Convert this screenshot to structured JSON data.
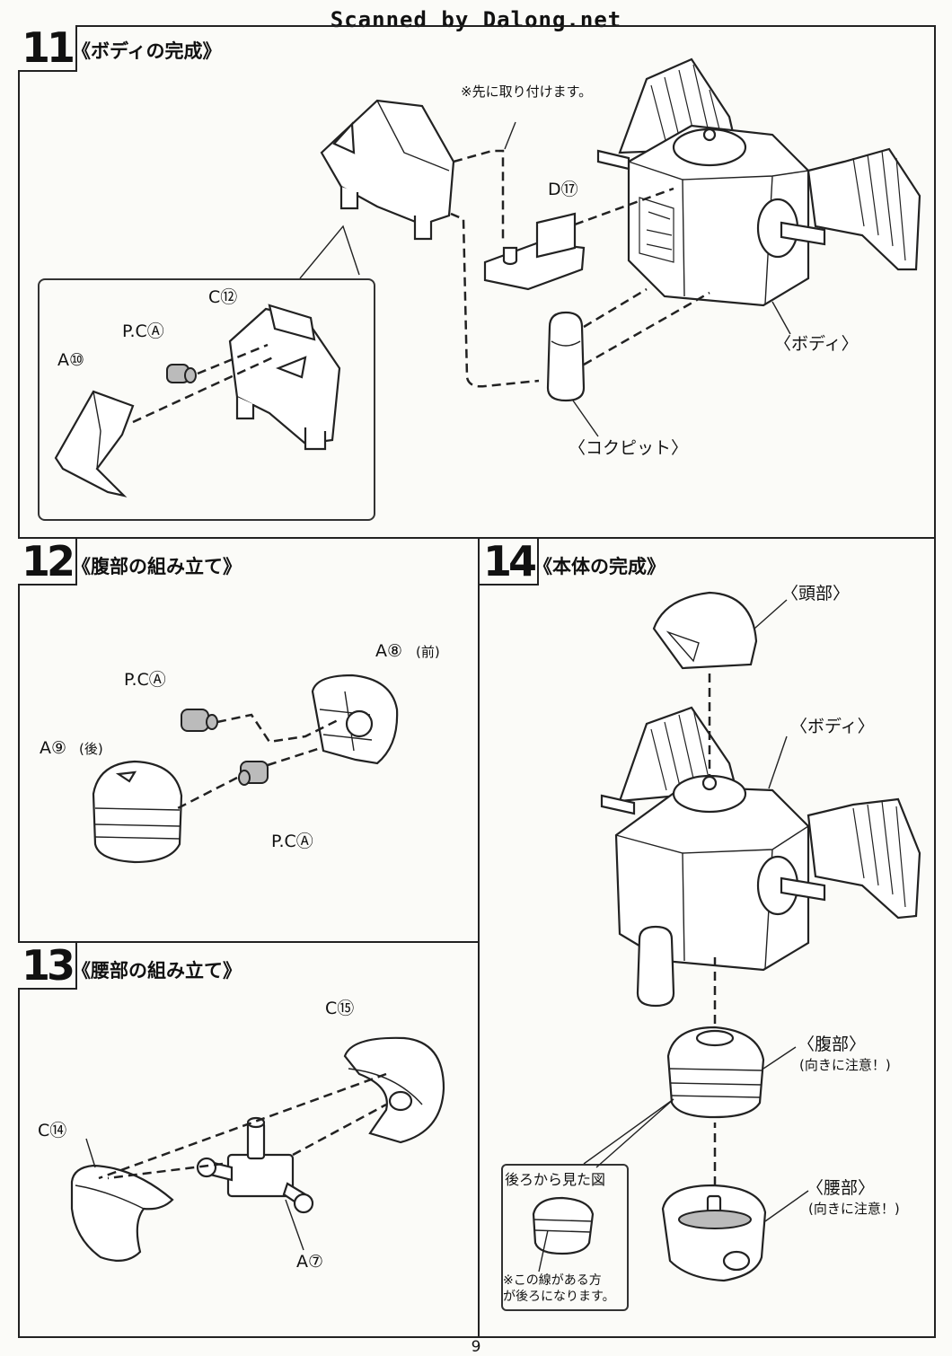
{
  "header": {
    "scanner_credit": "Scanned by Dalong.net"
  },
  "page_number": "9",
  "step11": {
    "number": "11",
    "title": "《ボディの完成》",
    "note": "※先に取り付けます。",
    "parts": {
      "d17": "D⑰",
      "c12": "C⑫",
      "pca": "P.CⒶ",
      "a10": "A⑩"
    },
    "callouts": {
      "body": "〈ボディ〉",
      "cockpit": "〈コクピット〉"
    }
  },
  "step12": {
    "number": "12",
    "title": "《腹部の組み立て》",
    "parts": {
      "a8": "A⑧",
      "a8_note": "(前)",
      "pca_top": "P.CⒶ",
      "a9": "A⑨",
      "a9_note": "(後)",
      "pca_bottom": "P.CⒶ"
    }
  },
  "step13": {
    "number": "13",
    "title": "《腰部の組み立て》",
    "parts": {
      "c15": "C⑮",
      "c14": "C⑭",
      "a7": "A⑦"
    }
  },
  "step14": {
    "number": "14",
    "title": "《本体の完成》",
    "callouts": {
      "head": "〈頭部〉",
      "body": "〈ボディ〉",
      "abdomen": "〈腹部〉",
      "abdomen_note": "(向きに注意！)",
      "waist": "〈腰部〉",
      "waist_note": "(向きに注意！)"
    },
    "back_view": {
      "title": "後ろから見た図",
      "note_line1": "※この線がある方",
      "note_line2": "が後ろになります。"
    }
  }
}
